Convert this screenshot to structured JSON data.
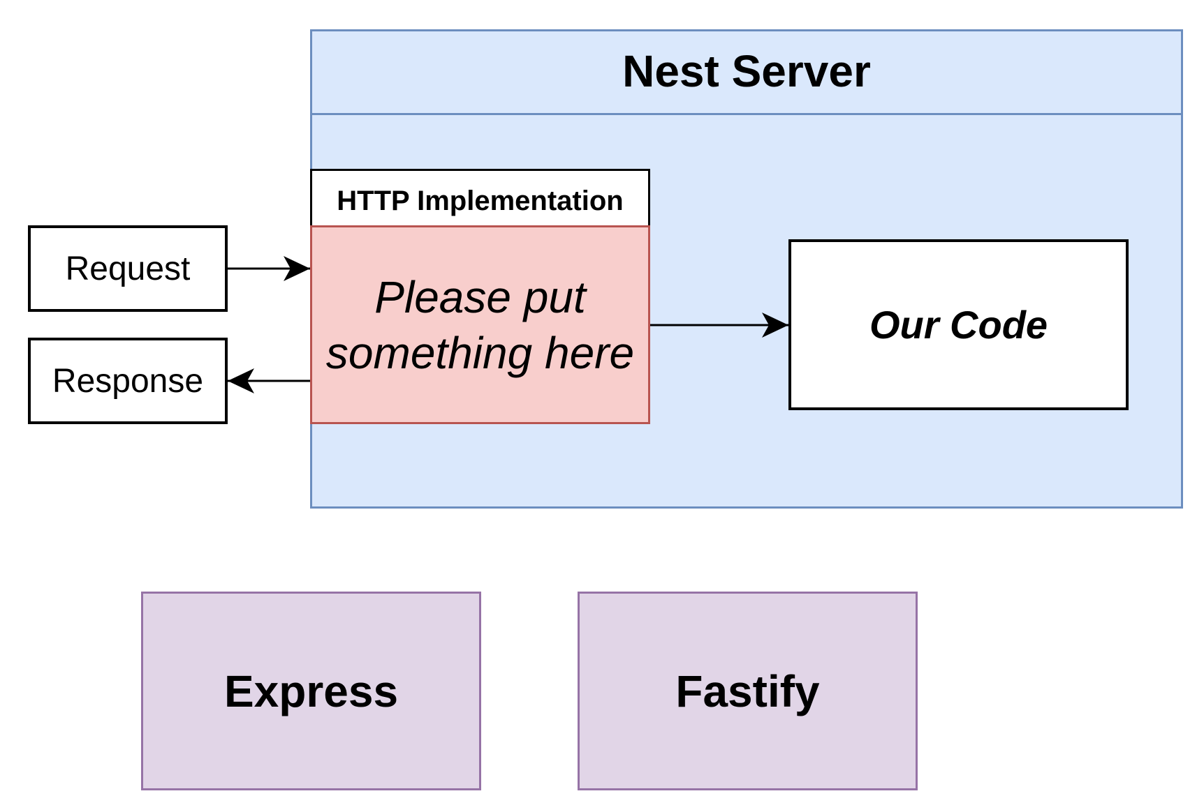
{
  "nest_server": {
    "title": "Nest Server"
  },
  "http_implementation": {
    "header": "HTTP Implementation",
    "body_line1": "Please put",
    "body_line2": "something here"
  },
  "our_code": "Our Code",
  "request": "Request",
  "response": "Response",
  "express": "Express",
  "fastify": "Fastify",
  "colors": {
    "nest_fill": "#dae8fc",
    "nest_stroke": "#6c8ebf",
    "http_fill": "#f8cecc",
    "http_stroke": "#b85450",
    "framework_fill": "#e1d5e7",
    "framework_stroke": "#9673a6"
  }
}
